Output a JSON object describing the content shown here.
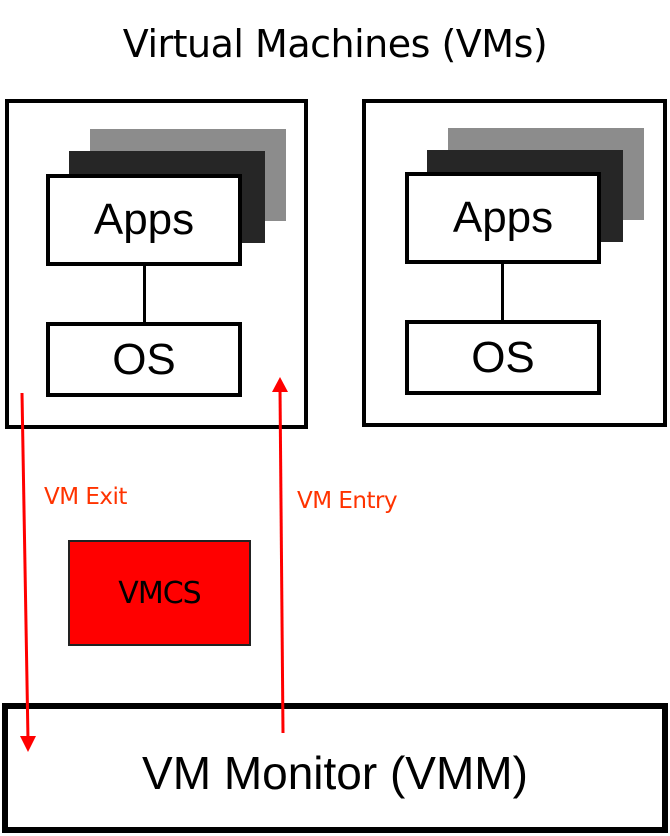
{
  "diagram": {
    "title": "Virtual Machines (VMs)",
    "virtual_machines": [
      {
        "apps_label": "Apps",
        "os_label": "OS"
      },
      {
        "apps_label": "Apps",
        "os_label": "OS"
      }
    ],
    "vmcs_label": "VMCS",
    "vm_exit_label": "VM Exit",
    "vm_entry_label": "VM Entry",
    "vmm_label": "VM Monitor (VMM)",
    "colors": {
      "arrow": "#ff0000",
      "edge_label": "#ff3300",
      "vmcs_fill": "#ff0000",
      "stack_back": "#8c8c8c",
      "stack_mid": "#262626"
    }
  }
}
